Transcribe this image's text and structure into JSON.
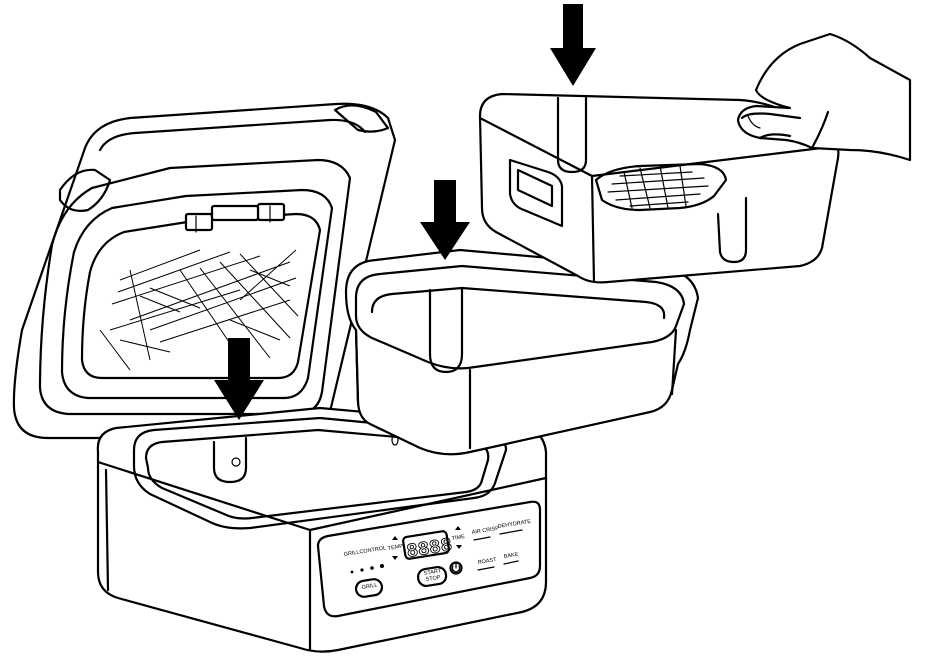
{
  "panel": {
    "brand": "GRILLCONTROL",
    "display": "8888",
    "temp_label": "TEMP",
    "time_label": "TIME",
    "air_crisp": "AIR CRISP",
    "dehydrate": "DEHYDRATE",
    "roast": "ROAST",
    "bake": "BAKE",
    "grill": "GRILL",
    "start_stop_1": "START",
    "start_stop_2": "STOP"
  },
  "arrows": {
    "count": 3,
    "color": "#000000"
  },
  "colors": {
    "line": "#000000",
    "fill": "#ffffff"
  }
}
